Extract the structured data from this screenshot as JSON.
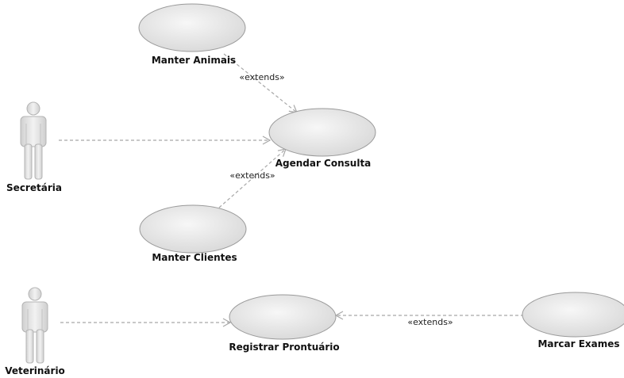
{
  "use_cases": {
    "manter_animais": "Manter Animais",
    "agendar_consulta": "Agendar Consulta",
    "manter_clientes": "Manter Clientes",
    "registrar_prontuario": "Registrar Prontuário",
    "marcar_exames": "Marcar Exames"
  },
  "actors": {
    "secretaria": "Secretária",
    "veterinario": "Veterinário"
  },
  "relations": {
    "extends_1": "«extends»",
    "extends_2": "«extends»",
    "extends_3": "«extends»"
  },
  "colors": {
    "usecase_fill_light": "#f4f4f4",
    "usecase_fill_dark": "#d6d6d6",
    "usecase_stroke": "#9a9a9a",
    "actor_fill": "#e2e2e2",
    "line": "#a8a8a8"
  }
}
